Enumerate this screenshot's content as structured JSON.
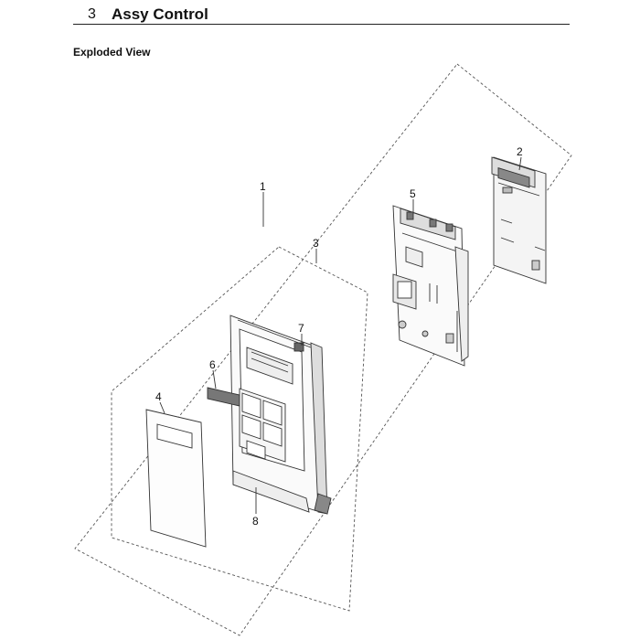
{
  "header": {
    "section_number": "3",
    "section_title": "Assy Control"
  },
  "subtitle": "Exploded View",
  "callouts": [
    {
      "id": "1",
      "label": "1"
    },
    {
      "id": "2",
      "label": "2"
    },
    {
      "id": "3",
      "label": "3"
    },
    {
      "id": "4",
      "label": "4"
    },
    {
      "id": "5",
      "label": "5"
    },
    {
      "id": "6",
      "label": "6"
    },
    {
      "id": "7",
      "label": "7"
    },
    {
      "id": "8",
      "label": "8"
    }
  ]
}
